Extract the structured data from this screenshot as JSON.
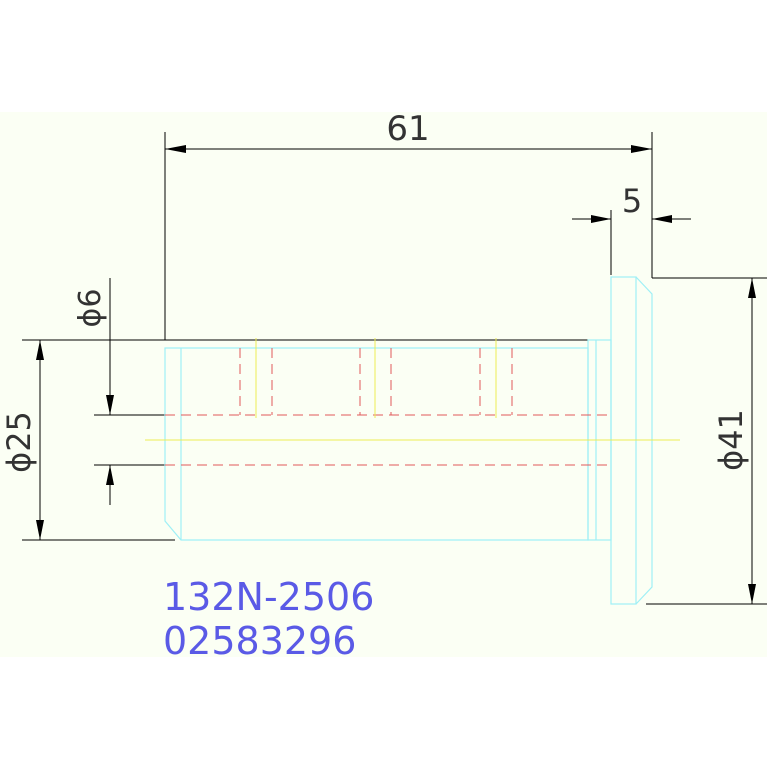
{
  "dimensions": {
    "overall_length": "61",
    "flange_thickness": "5",
    "hole_diameter": "ϕ6",
    "shaft_diameter": "ϕ25",
    "flange_diameter": "ϕ41"
  },
  "part_number": "132N-2506",
  "drawing_number": "02583296",
  "colors": {
    "background": "#fbfff4",
    "dimension_line": "#000000",
    "outline": "#9ff0f6",
    "hidden_line": "#e05a5a",
    "center_line": "#ecec55",
    "text": "#5a5ae6"
  }
}
